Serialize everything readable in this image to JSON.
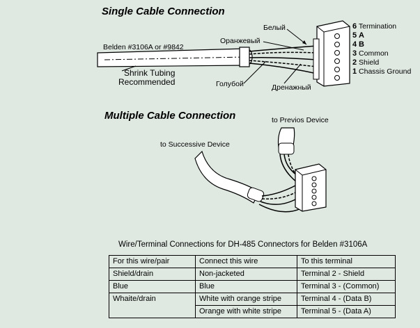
{
  "single": {
    "title": "Single Cable Connection",
    "cable_label": "Belden #3106A or #9842",
    "tubing_line1": "Shrink Tubing",
    "tubing_line2": "Recommended",
    "wire_white": "Белый",
    "wire_orange": "Оранжевый",
    "wire_blue": "Голубой",
    "wire_drain": "Дренажный",
    "terminals": [
      {
        "num": "6",
        "name": "Termination"
      },
      {
        "num": "5",
        "name": "A"
      },
      {
        "num": "4",
        "name": "B"
      },
      {
        "num": "3",
        "name": "Common"
      },
      {
        "num": "2",
        "name": "Shield"
      },
      {
        "num": "1",
        "name": "Chassis  Ground"
      }
    ]
  },
  "multiple": {
    "title": "Multiple Cable Connection",
    "prev_label": "to Previos Device",
    "next_label": "to Successive  Device"
  },
  "table": {
    "caption": "Wire/Terminal Connections for DH-485 Connectors for  Belden #3106A",
    "headers": [
      "For this wire/pair",
      "Connect this wire",
      "To this terminal"
    ],
    "rows": [
      [
        "Shield/drain",
        "Non-jacketed",
        "Terminal 2 - Shield"
      ],
      [
        "Blue",
        "Blue",
        "Terminal 3 - (Common)"
      ],
      [
        "Whaite/drain",
        "White with orange stripe",
        "Terminal 4 - (Data B)"
      ],
      [
        "",
        "Orange with white stripe",
        "Terminal 5 - (Data A)"
      ]
    ]
  },
  "colors": {
    "background": "#dfe9e2",
    "ink": "#000000",
    "connector": "#ffffff"
  }
}
